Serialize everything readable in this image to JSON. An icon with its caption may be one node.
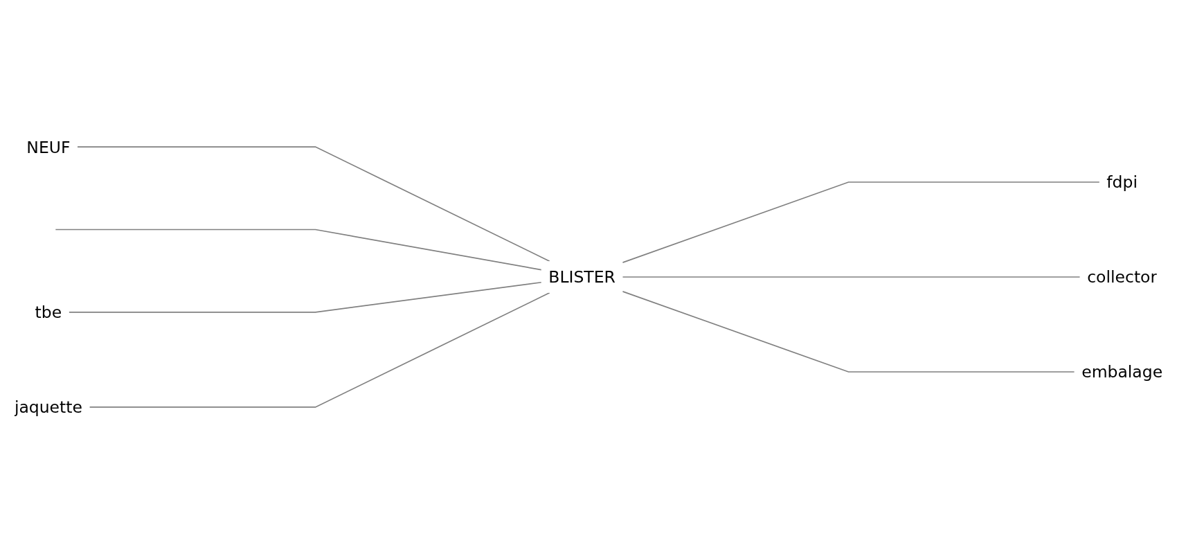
{
  "diagram": {
    "nodes": [
      {
        "text": [
          "NEUF"
        ]
      },
      {
        "text": [
          "fdpi"
        ]
      },
      {
        "text": [
          "collector"
        ]
      },
      {
        "text": [
          "BLISTER"
        ]
      },
      {
        "text": [
          "tbe"
        ]
      },
      {
        "text": [
          "embalage"
        ]
      },
      {
        "text": [
          "jaquette"
        ]
      }
    ],
    "edges": [
      {
        "from": 0,
        "to": 3,
        "arrow": "none"
      },
      {
        "from": 3,
        "to": 1,
        "arrow": "none"
      },
      {
        "from": null,
        "to": 3,
        "arrow": "none"
      },
      {
        "from": 3,
        "to": 2,
        "arrow": "none"
      },
      {
        "from": 4,
        "to": 3,
        "arrow": "none"
      },
      {
        "from": 3,
        "to": 5,
        "arrow": "none"
      },
      {
        "from": 6,
        "to": 3,
        "arrow": "none"
      }
    ]
  }
}
